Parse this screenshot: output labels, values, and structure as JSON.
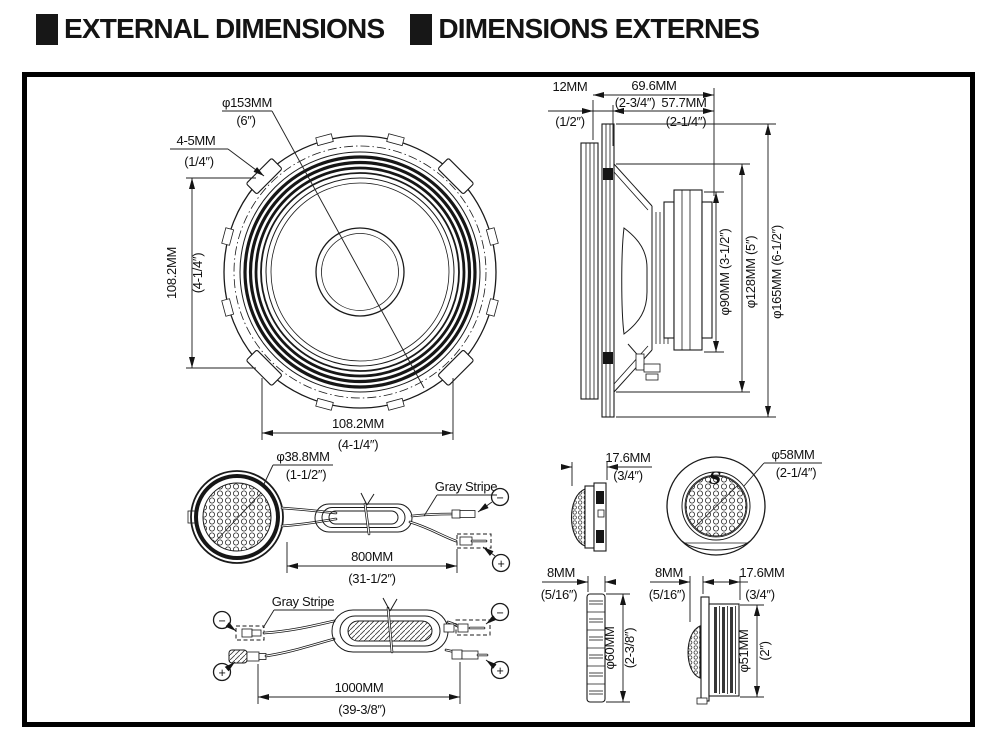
{
  "header": {
    "title_en": "EXTERNAL DIMENSIONS",
    "title_fr": "DIMENSIONS EXTERNES"
  },
  "woofer_front": {
    "diameter": "φ153MM",
    "diameter_in": "(6″)",
    "tab": "4-5MM",
    "tab_in": "(1/4″)",
    "height": "108.2MM",
    "height_in": "(4-1/4″)",
    "width": "108.2MM",
    "width_in": "(4-1/4″)"
  },
  "woofer_side": {
    "total_depth": "69.6MM",
    "total_depth_in": "(2-3/4″)",
    "flange_depth": "12MM",
    "flange_depth_in": "(1/2″)",
    "body_depth": "57.7MM",
    "body_depth_in": "(2-1/4″)",
    "magnet_dia": "φ90MM (3-1/2″)",
    "frame_dia": "φ128MM (5″)",
    "overall_dia": "φ165MM (6-1/2″)"
  },
  "tweeter_cable": {
    "diameter": "φ38.8MM",
    "diameter_in": "(1-1/2″)",
    "stripe": "Gray Stripe",
    "length": "800MM",
    "length_in": "(31-1/2″)",
    "minus": "−",
    "plus": "+"
  },
  "crossover_cable": {
    "stripe": "Gray Stripe",
    "length": "1000MM",
    "length_in": "(39-3/8″)",
    "minus": "−",
    "plus": "+"
  },
  "tweeter_side": {
    "depth": "17.6MM",
    "depth_in": "(3/4″)"
  },
  "tweeter_front": {
    "logo": "S",
    "diameter": "φ58MM",
    "diameter_in": "(2-1/4″)"
  },
  "spacer_ring": {
    "depth": "8MM",
    "depth_in": "(5/16″)",
    "diameter": "φ60MM",
    "diameter_in": "(2-3/8″)"
  },
  "flush_cup": {
    "protrusion": "8MM",
    "protrusion_in": "(5/16″)",
    "depth": "17.6MM",
    "depth_in": "(3/4″)",
    "diameter": "φ51MM",
    "diameter_in": "(2″)"
  }
}
